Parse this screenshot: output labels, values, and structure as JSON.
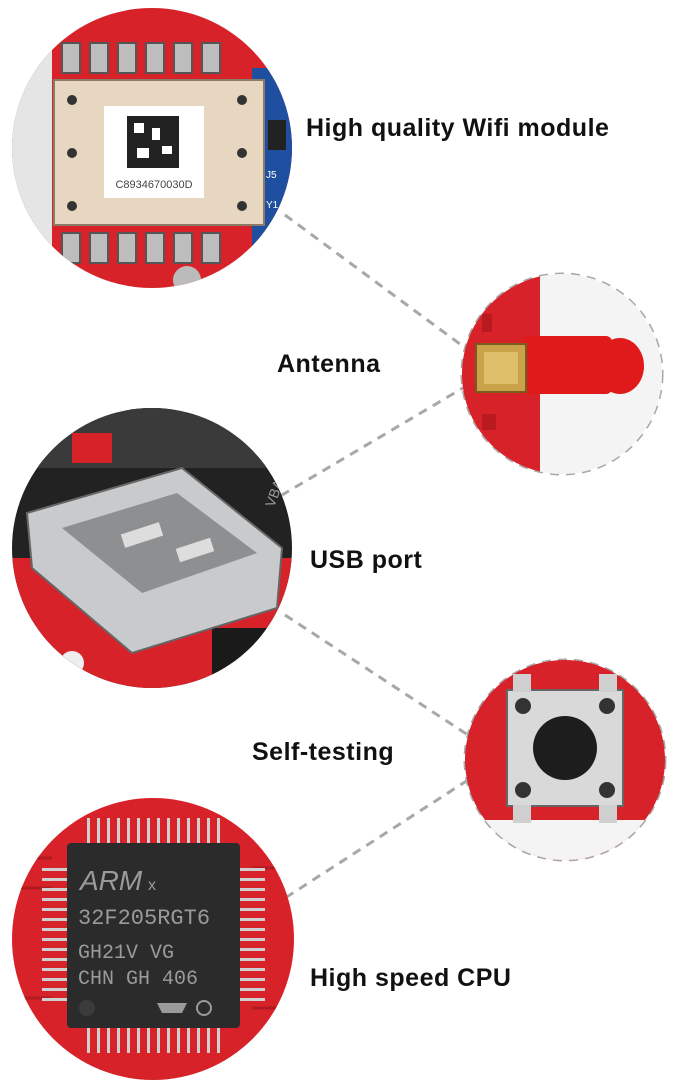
{
  "labels": {
    "wifi": "High quality Wifi module",
    "antenna": "Antenna",
    "usb": "USB port",
    "selftest": "Self-testing",
    "cpu": "High speed CPU"
  },
  "wifi_module": {
    "code": "C8934670030D",
    "silk_j5": "J5",
    "silk_y1": "Y1"
  },
  "cpu_chip": {
    "line1": "ARM",
    "line1_suffix": "x",
    "line2": "32F205RGT6",
    "line3": "GH21V VG",
    "line4": "CHN GH 406"
  },
  "usb_silk": "VBAT",
  "colors": {
    "pcb_red": "#d8222a",
    "metal": "#c9cacc",
    "chip": "#2b2b2b",
    "text": "#111111",
    "dash": "#a8a8a8"
  }
}
